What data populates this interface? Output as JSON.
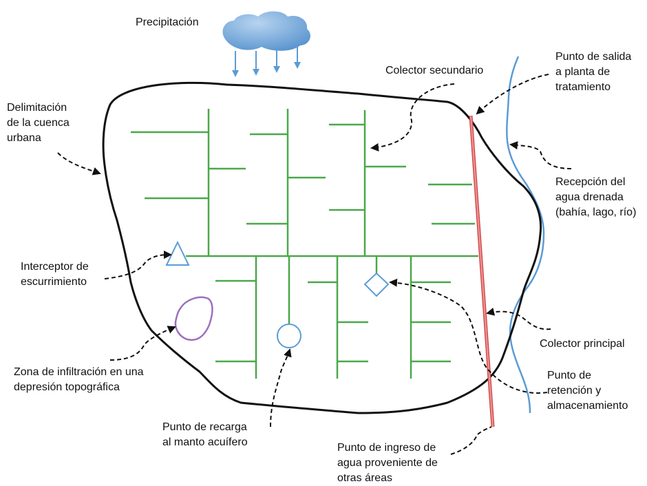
{
  "labels": {
    "precipitacion": [
      "Precipitación"
    ],
    "delimitacion": [
      "Delimitación",
      "de la cuenca",
      "urbana"
    ],
    "colector_secundario": [
      "Colector secundario"
    ],
    "punto_salida": [
      "Punto de salida",
      "a planta de",
      "tratamiento"
    ],
    "recepcion": [
      "Recepción del",
      "agua drenada",
      "(bahía, lago, río)"
    ],
    "interceptor": [
      "Interceptor de",
      "escurrimiento"
    ],
    "colector_principal": [
      "Colector principal"
    ],
    "zona_infiltracion": [
      "Zona de infiltración en una",
      "depresión topográfica"
    ],
    "punto_retencion": [
      "Punto de",
      "retención y",
      "almacenamiento"
    ],
    "punto_recarga": [
      "Punto de recarga",
      "al manto acuífero"
    ],
    "punto_ingreso": [
      "Punto de ingreso de",
      "agua proveniente de",
      "otras áreas"
    ]
  },
  "colors": {
    "network": "#4aa84a",
    "main_collector": "#e06b6b",
    "river": "#5b9bd5",
    "symbols": "#5b9bd5",
    "infiltration": "#9b6fbf",
    "cloud_light": "#a9cbec",
    "cloud_dark": "#5b95cf",
    "boundary": "#111111"
  }
}
